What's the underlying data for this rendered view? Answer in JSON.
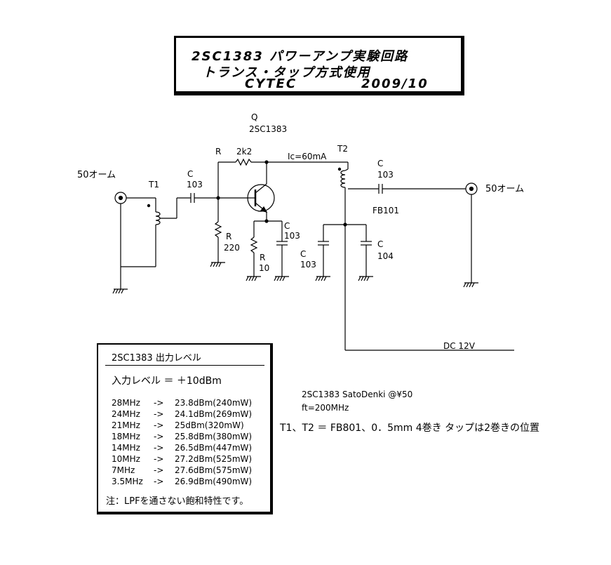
{
  "title": {
    "line1": "2SC1383 パワーアンプ実験回路",
    "line2": "トランス・タップ方式使用",
    "line3_left": "CYTEC",
    "line3_right": "2009/10"
  },
  "labels": {
    "q_label": "Q",
    "q_part": "2SC1383",
    "r_top": "R",
    "r_top_value": "2k2",
    "ic": "Ic=60mA",
    "t2": "T2",
    "c_out": "C",
    "c_out_value": "103",
    "in_50ohm": "50オーム",
    "out_50ohm": "50オーム",
    "t1": "T1",
    "c_in": "C",
    "c_in_value": "103",
    "fb101": "FB101",
    "r_bias": "R",
    "r_bias_value": "220",
    "c_emitter": "C",
    "c_emitter_value": "103",
    "r_emitter": "R",
    "r_emitter_value": "10",
    "c_dec1": "C",
    "c_dec1_value": "103",
    "c_dec2": "C",
    "c_dec2_value": "104",
    "dc": "DC 12V"
  },
  "notes": {
    "source": "2SC1383 SatoDenki @¥50",
    "ft": "ft=200MHz",
    "transformer": "T1、T2 ＝ FB801、0．5mm 4巻き タップは2巻きの位置"
  },
  "output_table": {
    "heading": "2SC1383 出力レベル",
    "input_level": "入力レベル ＝ ＋10dBm",
    "rows": [
      {
        "freq": "28MHz",
        "arrow": "->",
        "level": "23.8dBm(240mW)"
      },
      {
        "freq": "24MHz",
        "arrow": "->",
        "level": "24.1dBm(269mW)"
      },
      {
        "freq": "21MHz",
        "arrow": "->",
        "level": "25dBm(320mW)"
      },
      {
        "freq": "18MHz",
        "arrow": "->",
        "level": "25.8dBm(380mW)"
      },
      {
        "freq": "14MHz",
        "arrow": "->",
        "level": "26.5dBm(447mW)"
      },
      {
        "freq": "10MHz",
        "arrow": "->",
        "level": "27.2dBm(525mW)"
      },
      {
        "freq": "7MHz",
        "arrow": "->",
        "level": "27.6dBm(575mW)"
      },
      {
        "freq": "3.5MHz",
        "arrow": "->",
        "level": "26.9dBm(490mW)"
      }
    ],
    "footnote": "注：LPFを通さない飽和特性です。"
  }
}
